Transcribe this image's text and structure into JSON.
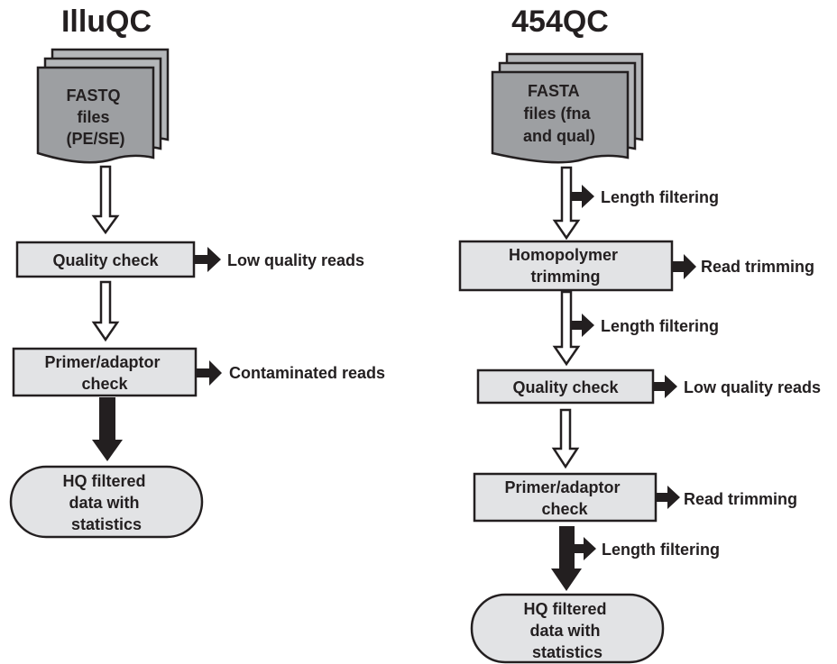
{
  "illuqc": {
    "title": "IlluQC",
    "input_lines": [
      "FASTQ",
      "files",
      "(PE/SE)"
    ],
    "quality_check": "Quality check",
    "quality_check_output": "Low quality reads",
    "primer_lines": [
      "Primer/adaptor",
      "check"
    ],
    "primer_output": "Contaminated reads",
    "result_lines": [
      "HQ filtered",
      "data with",
      "statistics"
    ]
  },
  "qc454": {
    "title": "454QC",
    "input_lines": [
      "FASTA",
      "files (fna",
      "and qual)"
    ],
    "length_filter_1": "Length filtering",
    "homopolymer_lines": [
      "Homopolymer",
      "trimming"
    ],
    "homopolymer_output": "Read trimming",
    "length_filter_2": "Length filtering",
    "quality_check": "Quality check",
    "quality_check_output": "Low quality reads",
    "primer_lines": [
      "Primer/adaptor",
      "check"
    ],
    "primer_output": "Read trimming",
    "length_filter_3": "Length filtering",
    "result_lines": [
      "HQ filtered",
      "data with",
      "statistics"
    ]
  },
  "colors": {
    "box_fill": "#e2e3e5",
    "doc_fill": "#9d9fa2",
    "doc_back_fill": "#b4b6b9",
    "stroke": "#231f20"
  }
}
